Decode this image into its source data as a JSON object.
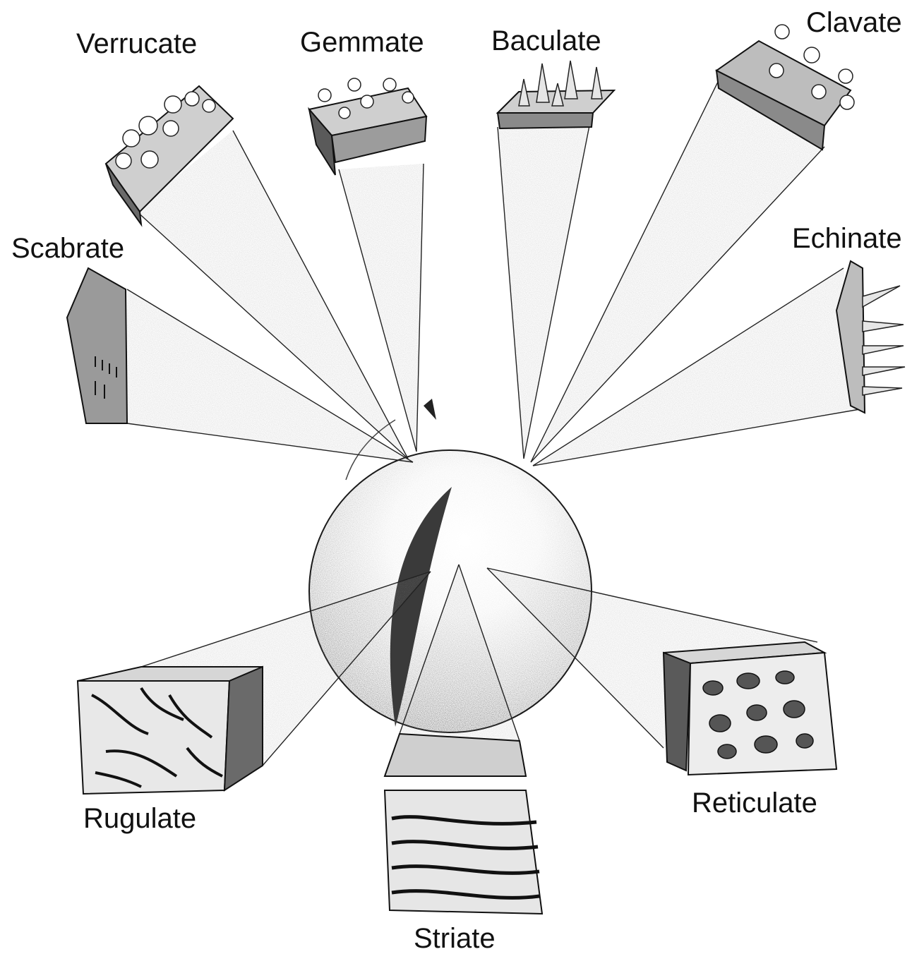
{
  "labels": {
    "verrucate": "Verrucate",
    "gemmate": "Gemmate",
    "baculate": "Baculate",
    "clavate": "Clavate",
    "scabrate": "Scabrate",
    "echinate": "Echinate",
    "rugulate": "Rugulate",
    "striate": "Striate",
    "reticulate": "Reticulate"
  },
  "colors": {
    "ink": "#111111",
    "shade_dark": "#2a2a2a",
    "shade_mid": "#8a8a8a",
    "shade_light": "#d6d6d6",
    "paper": "#ffffff"
  }
}
